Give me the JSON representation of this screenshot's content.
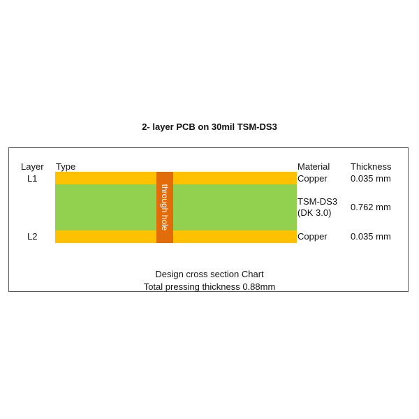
{
  "title": "2- layer PCB on 30mil TSM-DS3",
  "headers": {
    "layer": "Layer",
    "type": "Type",
    "material": "Material",
    "thickness": "Thickness"
  },
  "rows": [
    {
      "layer": "L1",
      "material": "Copper",
      "thickness": "0.035 mm",
      "color": "#ffc000"
    },
    {
      "layer": "",
      "material_line1": "TSM-DS3",
      "material_line2": "(DK 3.0)",
      "thickness": "0.762 mm",
      "color": "#92d050"
    },
    {
      "layer": "L2",
      "material": "Copper",
      "thickness": "0.035 mm",
      "color": "#ffc000"
    }
  ],
  "via": {
    "label": "through hole",
    "color": "#e26b0a"
  },
  "footer": {
    "line1": "Design cross section Chart",
    "line2": "Total pressing thickness 0.88mm"
  }
}
